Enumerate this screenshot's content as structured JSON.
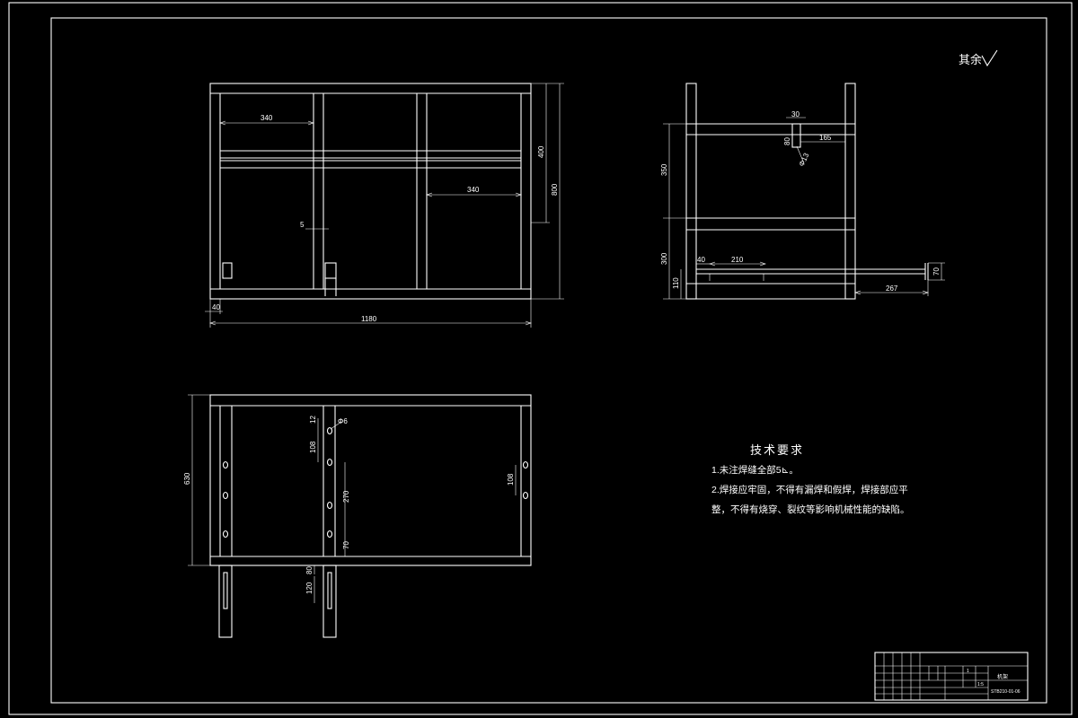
{
  "roughness_note": "其余",
  "front_view": {
    "dims": {
      "w340_top": "340",
      "w340_mid": "340",
      "gap5": "5",
      "h400": "400",
      "h800": "800",
      "w40": "40",
      "w1180": "1180"
    }
  },
  "side_view": {
    "dims": {
      "d30": "30",
      "d80": "80",
      "d165": "165",
      "phi13": "Φ13",
      "h350": "350",
      "h300": "300",
      "h110": "110",
      "d40": "40",
      "d210": "210",
      "d267": "267",
      "d70": "70"
    }
  },
  "top_view": {
    "dims": {
      "d12": "12",
      "phi6": "Φ6",
      "d108a": "108",
      "d270": "270",
      "d70": "70",
      "d108b": "108",
      "h630": "630",
      "d80": "80",
      "d120": "120"
    }
  },
  "tech_requirements": {
    "title": "技术要求",
    "line1": "1.未注焊缝全部5⊾。",
    "line2": "2.焊接应牢固，不得有漏焊和假焊，焊接部应平",
    "line3": "整，不得有烧穿、裂纹等影响机械性能的缺陷。"
  },
  "title_block": {
    "part_name": "机架",
    "drawing_no": "STB210-01-06",
    "qty": "1",
    "scale": "1:5"
  }
}
